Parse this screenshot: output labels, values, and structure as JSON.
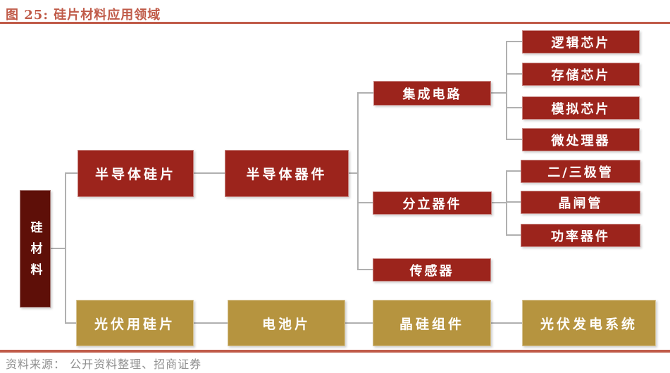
{
  "figure": {
    "title": "图 25:  硅片材料应用领域",
    "source": "资料来源：  公开资料整理、招商证券"
  },
  "nodes": {
    "root": "硅材料",
    "semi_wafer": "半导体硅片",
    "semi_device": "半导体器件",
    "ic": "集成电路",
    "discrete": "分立器件",
    "sensor": "传感器",
    "logic_chip": "逻辑芯片",
    "memory_chip": "存储芯片",
    "analog_chip": "模拟芯片",
    "mpu": "微处理器",
    "diode_triode": "二/三极管",
    "thyristor": "晶闸管",
    "power_device": "功率器件",
    "pv_wafer": "光伏用硅片",
    "cell": "电池片",
    "module": "晶硅组件",
    "pv_system": "光伏发电系统"
  },
  "colors": {
    "accent": "#c05b49",
    "dark_red": "#5e0f08",
    "red": "#9c241c",
    "gold": "#b6943f",
    "line": "#b0b0b0",
    "source_gray": "#8f8f8f"
  }
}
